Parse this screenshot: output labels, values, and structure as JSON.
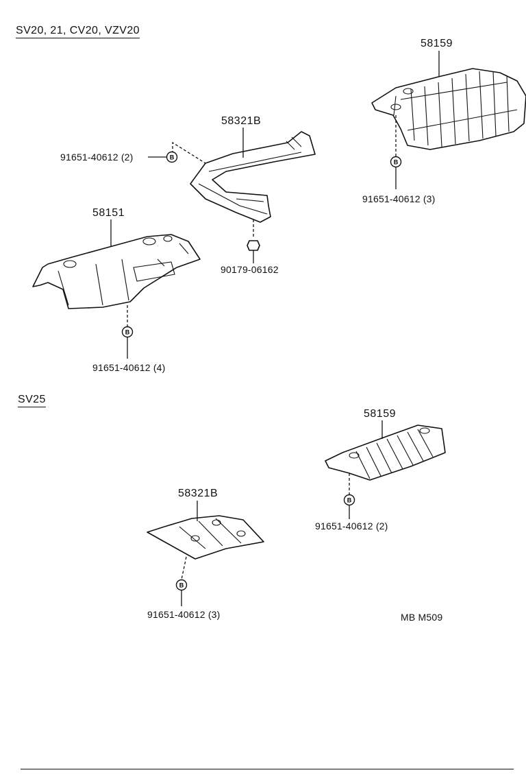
{
  "sections": {
    "upper": "SV20, 21, CV20, VZV20",
    "lower": "SV25"
  },
  "parts": {
    "p58159_upper": "58159",
    "p58321b_upper": "58321B",
    "p58151": "58151",
    "p58159_lower": "58159",
    "p58321b_lower": "58321B"
  },
  "fasteners": {
    "bolt_upper_left": "91651-40612 (2)",
    "bolt_upper_right": "91651-40612 (3)",
    "nut_upper": "90179-06162",
    "bolt_58151": "91651-40612 (4)",
    "bolt_lower_right": "91651-40612 (2)",
    "bolt_lower_left": "91651-40612 (3)"
  },
  "bolt_symbol": "B",
  "figure_code": "MB M509"
}
